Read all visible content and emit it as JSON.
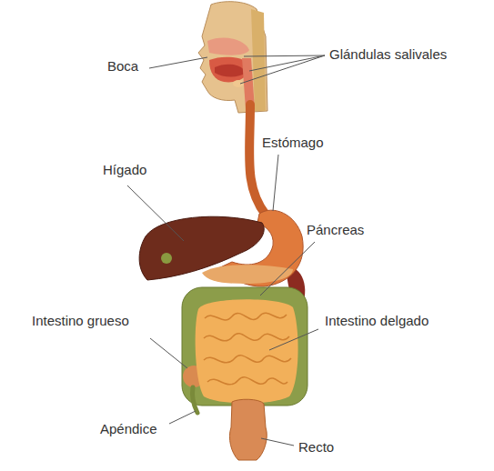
{
  "diagram": {
    "labels": [
      "Boca",
      "Glándulas salivales",
      "Estómago",
      "Hígado",
      "Páncreas",
      "Intestino grueso",
      "Intestino delgado",
      "Apéndice",
      "Recto"
    ]
  }
}
